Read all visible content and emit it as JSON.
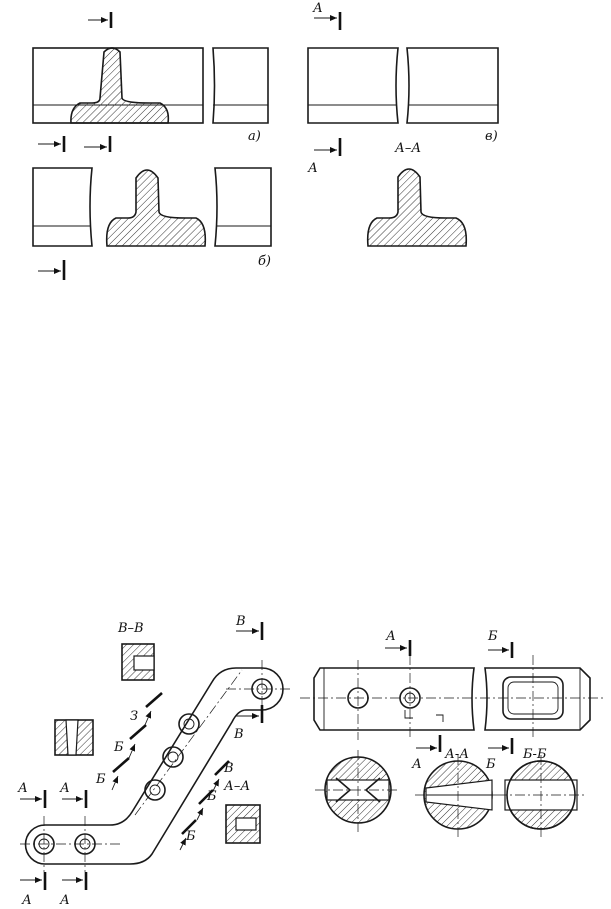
{
  "figure_top": {
    "label_a": "а)",
    "label_b": "б)",
    "label_v": "в)",
    "section_letter": "А",
    "section_title": "А–А"
  },
  "figure_bottom_left": {
    "section_v_title": "В–В",
    "section_a_title": "А–А",
    "marks": [
      "А",
      "А",
      "А",
      "А",
      "Б",
      "Б",
      "Б",
      "В",
      "В",
      "В",
      "З"
    ]
  },
  "figure_bottom_right": {
    "mark_a": "А",
    "mark_b": "Б",
    "section_a_title": "А-А",
    "section_b_title": "Б-Б"
  }
}
